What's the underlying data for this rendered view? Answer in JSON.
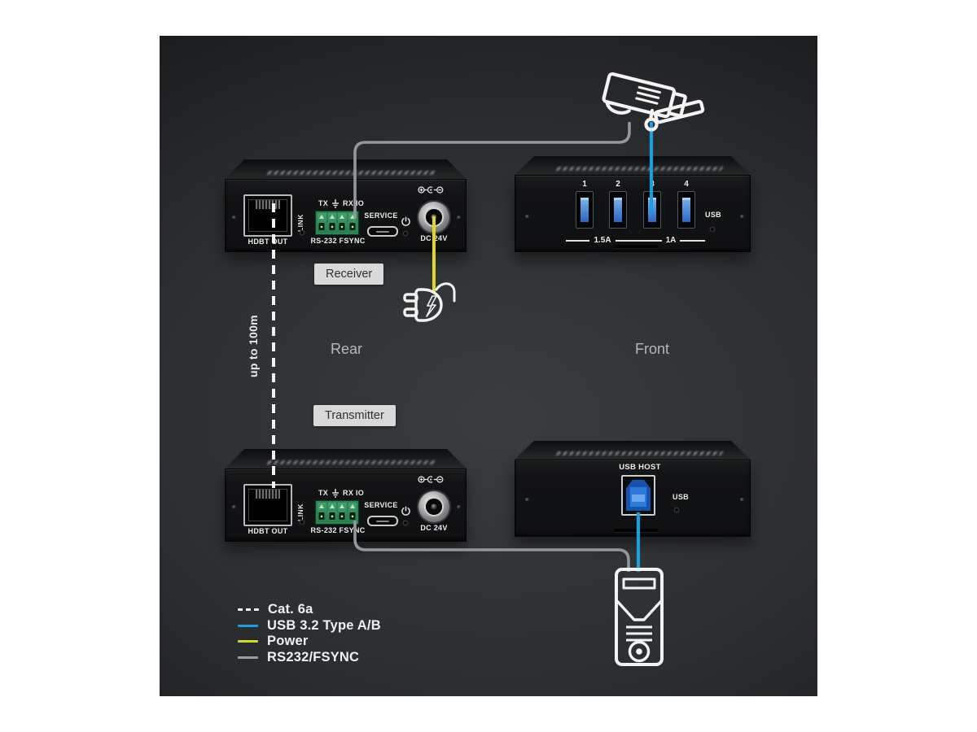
{
  "diagram": {
    "receiver_tag": "Receiver",
    "transmitter_tag": "Transmitter",
    "rear_label": "Rear",
    "front_label": "Front",
    "distance_label": "up to 100m"
  },
  "rear_panel": {
    "hdbt_label": "HDBT OUT",
    "link_label": "LINK",
    "tx_label": "TX",
    "rx_io_label": "RX IO",
    "rs232_label": "RS-232 FSYNC",
    "service_label": "SERVICE",
    "dc_label": "DC 24V"
  },
  "usb_hub_front": {
    "port_numbers": [
      "1",
      "2",
      "3",
      "4"
    ],
    "group_a_label": "1.5A",
    "group_b_label": "1A",
    "usb_led_label": "USB"
  },
  "host_front": {
    "usb_host_label": "USB HOST",
    "usb_led_label": "USB"
  },
  "legend": {
    "items": [
      {
        "label": "Cat. 6a",
        "line": "dashed",
        "color": "#f2f2f2"
      },
      {
        "label": "USB 3.2 Type A/B",
        "line": "solid",
        "color": "#1f9cd9"
      },
      {
        "label": "Power",
        "line": "solid",
        "color": "#d9d62a"
      },
      {
        "label": "RS232/FSYNC",
        "line": "solid",
        "color": "#9b9ea0"
      }
    ]
  },
  "colors": {
    "canvas_center": "#35383b",
    "canvas_edge": "#0a0b0c",
    "terminal_green": "#2c8355",
    "usb_blue": "#1f9cd9",
    "power_yellow": "#d9d62a",
    "rs232_gray": "#9b9ea0"
  }
}
